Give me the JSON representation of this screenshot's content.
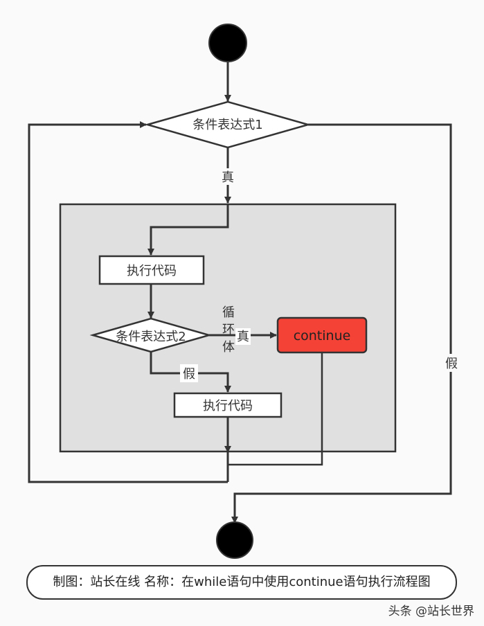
{
  "nodes": {
    "condition1": "条件表达式1",
    "exec_code_1": "执行代码",
    "condition2": "条件表达式2",
    "continue_box": "continue",
    "exec_code_2": "执行代码"
  },
  "edge_labels": {
    "true_1": "真",
    "false_1": "假",
    "true_2": "真",
    "false_2": "假",
    "loop_body_1": "循",
    "loop_body_2": "环",
    "loop_body_3": "体"
  },
  "caption": "制图：站长在线 名称：在while语句中使用continue语句执行流程图",
  "watermark": "头条 @站长世界",
  "colors": {
    "line": "#333333",
    "loop_body_fill": "#e0e0e0",
    "continue_fill": "#f44336",
    "node_fill": "#ffffff",
    "terminal_fill": "#000000"
  }
}
